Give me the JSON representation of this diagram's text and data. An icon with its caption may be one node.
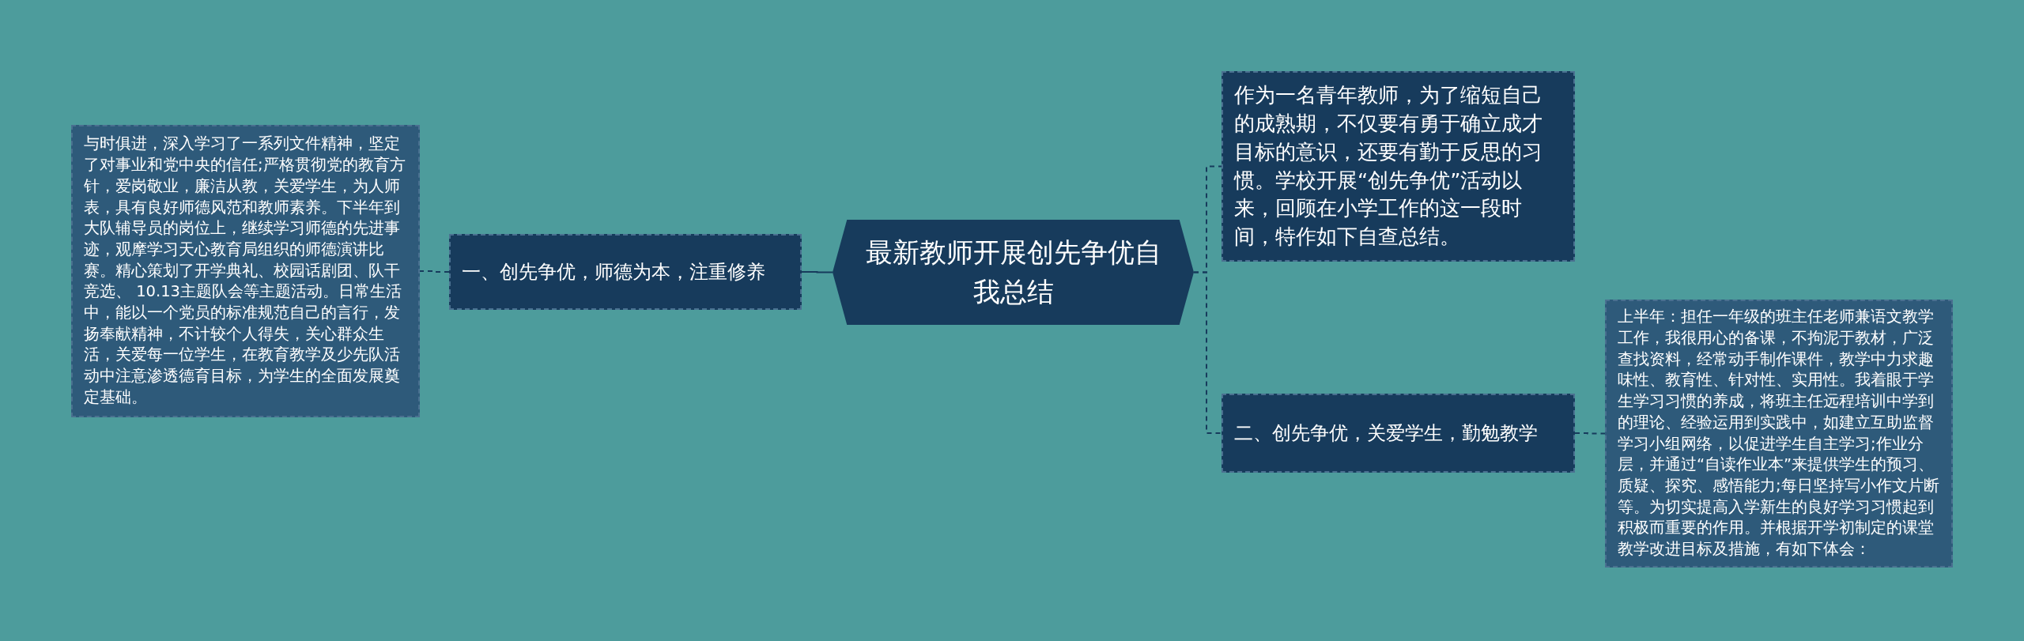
{
  "diagram": {
    "nodes": [
      {
        "text": [
          "最新教师开展创先争优自我总结"
        ]
      },
      {
        "text": [
          "一、创先争优，师德为本，注重修养"
        ]
      },
      {
        "text": [
          "与时俱进，深入学习了一系列文件精神，坚定了对事业和党中央的信任;严格贯彻党的教育方针，爱岗敬业，廉洁从教，关爱学生，为人师表，具有良好师德风范和教师素养。下半年到大队辅导员的岗位上，继续学习师德的先进事迹，观摩学习天心教育局组织的师德演讲比赛。精心策划了开学典礼、校园话剧团、队干竞选、 10.13主题队会等主题活动。日常生活中，能以一个党员的标准规范自己的言行，发扬奉献精神，不计较个人得失，关心群众生活，关爱每一位学生，在教育教学及少先队活动中注意渗透德育目标，为学生的全面发展奠定基础。"
        ]
      },
      {
        "text": [
          "作为一名青年教师，为了缩短自己的成熟期，不仅要有勇于确立成才目标的意识，还要有勤于反思的习惯。学校开展“创先争优”活动以来，回顾在小学工作的这一段时间，特作如下自查总结。"
        ]
      },
      {
        "text": [
          "二、创先争优，关爱学生，勤勉教学"
        ]
      },
      {
        "text": [
          "上半年：担任一年级的班主任老师兼语文教学工作，我很用心的备课，不拘泥于教材，广泛查找资料，经常动手制作课件，教学中力求趣味性、教育性、针对性、实用性。我着眼于学生学习习惯的养成，将班主任远程培训中学到的理论、经验运用到实践中，如建立互助监督学习小组网络，以促进学生自主学习;作业分层，并通过“自读作业本”来提供学生的预习、质疑、探究、感悟能力;每日坚持写小作文片断等。为切实提高入学新生的良好学习习惯起到积极而重要的作用。并根据开学初制定的课堂教学改进目标及措施，有如下体会："
        ]
      }
    ],
    "edges": [
      {
        "from": 0,
        "to": 1,
        "arrow": "none"
      },
      {
        "from": 1,
        "to": 2,
        "arrow": "none",
        "style": "dashed"
      },
      {
        "from": 0,
        "to": 3,
        "arrow": "none",
        "style": "dashed"
      },
      {
        "from": 0,
        "to": 4,
        "arrow": "none",
        "style": "dashed"
      },
      {
        "from": 4,
        "to": 5,
        "arrow": "none",
        "style": "dashed"
      }
    ]
  }
}
